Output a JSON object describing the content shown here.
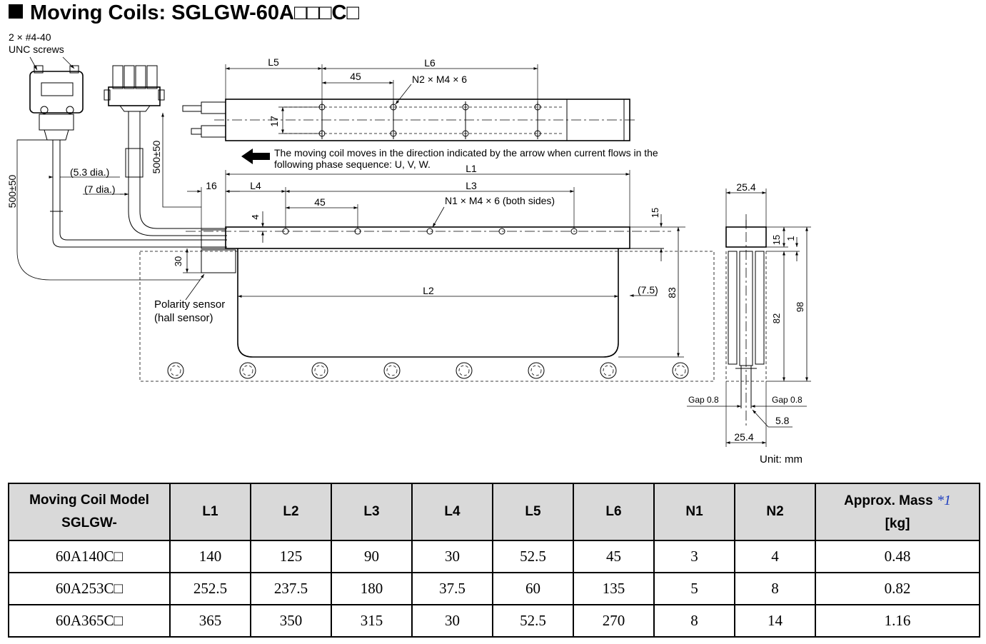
{
  "title": "Moving Coils: SGLGW-60A□□□C□",
  "labels": {
    "screws_line1": "2 × #4-40",
    "screws_line2": "UNC screws",
    "l5": "L5",
    "l6": "L6",
    "dim_45_top": "45",
    "n2_holes": "N2 × M4 × 6",
    "dim_17": "17",
    "direction_line1": "The moving coil moves in the direction indicated by the arrow when current flows in the",
    "direction_line2": "following phase sequence: U, V, W.",
    "l1": "L1",
    "dim_500_left": "500±50",
    "dim_500_mid": "500±50",
    "cable_5_3": "(5.3 dia.)",
    "cable_7": "(7 dia.)",
    "dim_16": "16",
    "l4": "L4",
    "l3": "L3",
    "dim_45_mid": "45",
    "n1_holes": "N1 × M4 × 6 (both sides)",
    "dim_4": "4",
    "dim_15_front": "15",
    "dim_30": "30",
    "l2": "L2",
    "dim_7_5": "(7.5)",
    "dim_83": "83",
    "polarity_line1": "Polarity sensor",
    "polarity_line2": "(hall sensor)",
    "side_25_4_top": "25.4",
    "side_15": "15",
    "side_1": "1",
    "side_82": "82",
    "side_98": "98",
    "gap_left": "Gap 0.8",
    "gap_right": "Gap 0.8",
    "side_5_8": "5.8",
    "side_25_4_bottom": "25.4",
    "unit": "Unit: mm"
  },
  "table": {
    "headers": {
      "model_line1": "Moving Coil Model",
      "model_line2": "SGLGW-",
      "l1": "L1",
      "l2": "L2",
      "l3": "L3",
      "l4": "L4",
      "l5": "L5",
      "l6": "L6",
      "n1": "N1",
      "n2": "N2",
      "mass_line1": "Approx. Mass",
      "mass_note": "*1",
      "mass_line2": "[kg]"
    },
    "rows": [
      {
        "model": "60A140C□",
        "l1": "140",
        "l2": "125",
        "l3": "90",
        "l4": "30",
        "l5": "52.5",
        "l6": "45",
        "n1": "3",
        "n2": "4",
        "mass": "0.48"
      },
      {
        "model": "60A253C□",
        "l1": "252.5",
        "l2": "237.5",
        "l3": "180",
        "l4": "37.5",
        "l5": "60",
        "l6": "135",
        "n1": "5",
        "n2": "8",
        "mass": "0.82"
      },
      {
        "model": "60A365C□",
        "l1": "365",
        "l2": "350",
        "l3": "315",
        "l4": "30",
        "l5": "52.5",
        "l6": "270",
        "n1": "8",
        "n2": "14",
        "mass": "1.16"
      }
    ]
  }
}
